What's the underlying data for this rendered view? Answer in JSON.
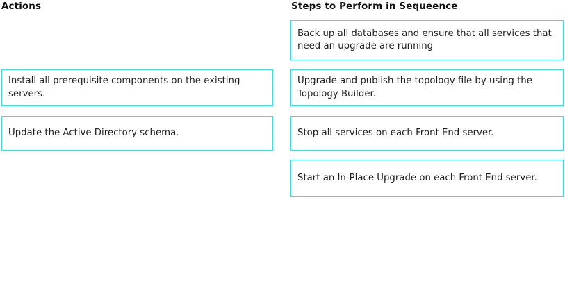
{
  "columns": {
    "actions": {
      "header": "Actions",
      "items": [
        {
          "text": "Install all prerequisite components on the existing servers."
        },
        {
          "text": "Update the Active Directory schema."
        }
      ]
    },
    "steps": {
      "header": "Steps to Perform in Sequeence",
      "items": [
        {
          "text": "Back up all databases and ensure that all services that need an upgrade are running"
        },
        {
          "text": "Upgrade and publish the topology file by using the Topology Builder."
        },
        {
          "text": "Stop all services on each Front End server."
        },
        {
          "text": "Start an In-Place Upgrade on each Front End server."
        }
      ]
    }
  },
  "style": {
    "border_color": "#2be5ee",
    "card_background": "#ffffff",
    "text_color": "#202020",
    "page_background": "#ffffff"
  },
  "layout": {
    "actions_card_tops": [
      100,
      167
    ],
    "actions_card_heights": [
      53,
      50
    ],
    "steps_card_tops": [
      29,
      100,
      167,
      230
    ],
    "steps_card_heights": [
      58,
      53,
      50,
      54
    ]
  }
}
